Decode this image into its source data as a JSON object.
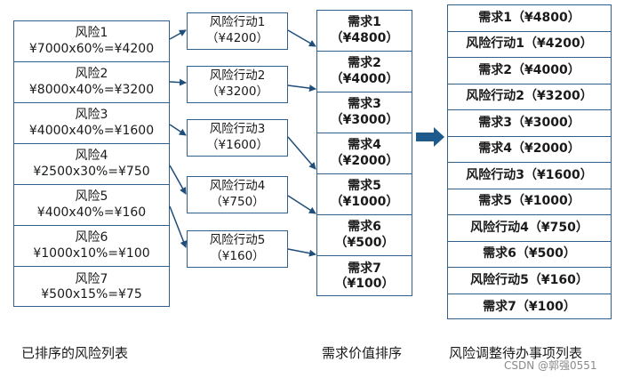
{
  "risks": [
    {
      "name": "风险1",
      "formula": "¥7000x60%=¥4200"
    },
    {
      "name": "风险2",
      "formula": "¥8000x40%=¥3200"
    },
    {
      "name": "风险3",
      "formula": "¥4000x40%=¥1600"
    },
    {
      "name": "风险4",
      "formula": "¥2500x30%=¥750"
    },
    {
      "name": "风险5",
      "formula": "¥400x40%=¥160"
    },
    {
      "name": "风险6",
      "formula": "¥1000x10%=¥100"
    },
    {
      "name": "风险7",
      "formula": "¥500x15%=¥75"
    }
  ],
  "actions": [
    {
      "name": "风险行动1",
      "value": "（¥4200）"
    },
    {
      "name": "风险行动2",
      "value": "（¥3200）"
    },
    {
      "name": "风险行动3",
      "value": "（¥1600）"
    },
    {
      "name": "风险行动4",
      "value": "（¥750）"
    },
    {
      "name": "风险行动5",
      "value": "（¥160）"
    }
  ],
  "requirements": [
    {
      "name": "需求1",
      "value": "（¥4800）"
    },
    {
      "name": "需求2",
      "value": "（¥4000）"
    },
    {
      "name": "需求3",
      "value": "（¥3000）"
    },
    {
      "name": "需求4",
      "value": "（¥2000）"
    },
    {
      "name": "需求5",
      "value": "（¥1000）"
    },
    {
      "name": "需求6",
      "value": "（¥500）"
    },
    {
      "name": "需求7",
      "value": "（¥100）"
    }
  ],
  "todo": [
    "需求1（¥4800）",
    "风险行动1（¥4200）",
    "需求2（¥4000）",
    "风险行动2（¥3200）",
    "需求3（¥3000）",
    "需求4（¥2000）",
    "风险行动3（¥1600）",
    "需求5（¥1000）",
    "风险行动4（¥750）",
    "需求6（¥500）",
    "风险行动5（¥160）",
    "需求7（¥100）"
  ],
  "captions": {
    "risks": "已排序的风险列表",
    "requirements": "需求价值排序",
    "todo": "风险调整待办事项列表"
  },
  "watermark": "CSDN @郭强0551",
  "colors": {
    "border": "#2f5f8a",
    "arrow": "#1f4e7a",
    "big_arrow": "#1f5a8c"
  }
}
